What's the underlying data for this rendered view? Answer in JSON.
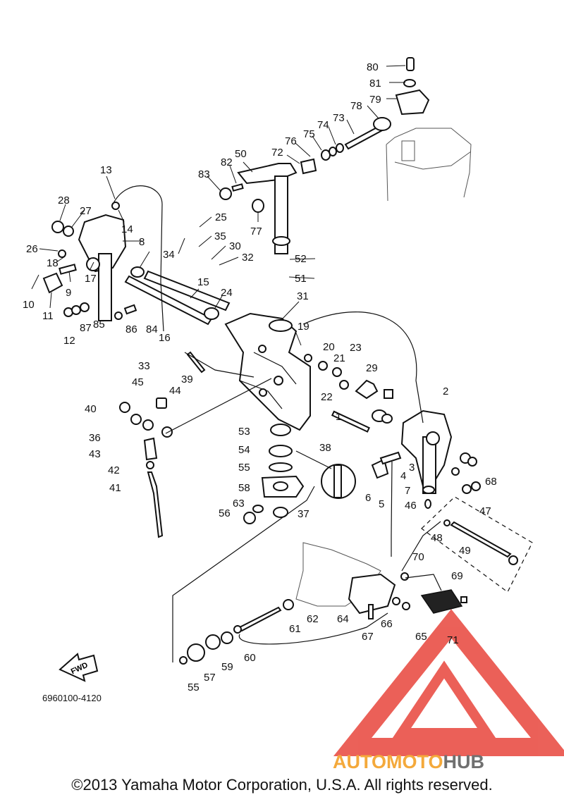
{
  "drawing_number": "6960100-4120",
  "direction_label": "FWD",
  "copyright": "©2013 Yamaha Motor Corporation, U.S.A. All rights reserved.",
  "watermark": {
    "part1": "AUTOMOTO",
    "part2": "HUB",
    "color_red": "#e8453c",
    "color_orange": "#f4a93b",
    "color_gray": "#707070"
  },
  "callouts": [
    "80",
    "81",
    "79",
    "78",
    "73",
    "74",
    "75",
    "76",
    "72",
    "50",
    "82",
    "83",
    "77",
    "52",
    "51",
    "13",
    "14",
    "28",
    "27",
    "8",
    "26",
    "18",
    "17",
    "9",
    "10",
    "11",
    "12",
    "87",
    "85",
    "86",
    "84",
    "16",
    "15",
    "24",
    "25",
    "34",
    "35",
    "30",
    "32",
    "31",
    "19",
    "20",
    "21",
    "22",
    "23",
    "29",
    "39",
    "44",
    "45",
    "33",
    "40",
    "36",
    "43",
    "42",
    "41",
    "53",
    "54",
    "55",
    "58",
    "63",
    "56",
    "37",
    "38",
    "1",
    "2",
    "3",
    "4",
    "5",
    "6",
    "7",
    "46",
    "47",
    "48",
    "49",
    "68",
    "70",
    "69",
    "71",
    "66",
    "65",
    "67",
    "64",
    "61",
    "62",
    "60",
    "59",
    "57",
    "55"
  ]
}
